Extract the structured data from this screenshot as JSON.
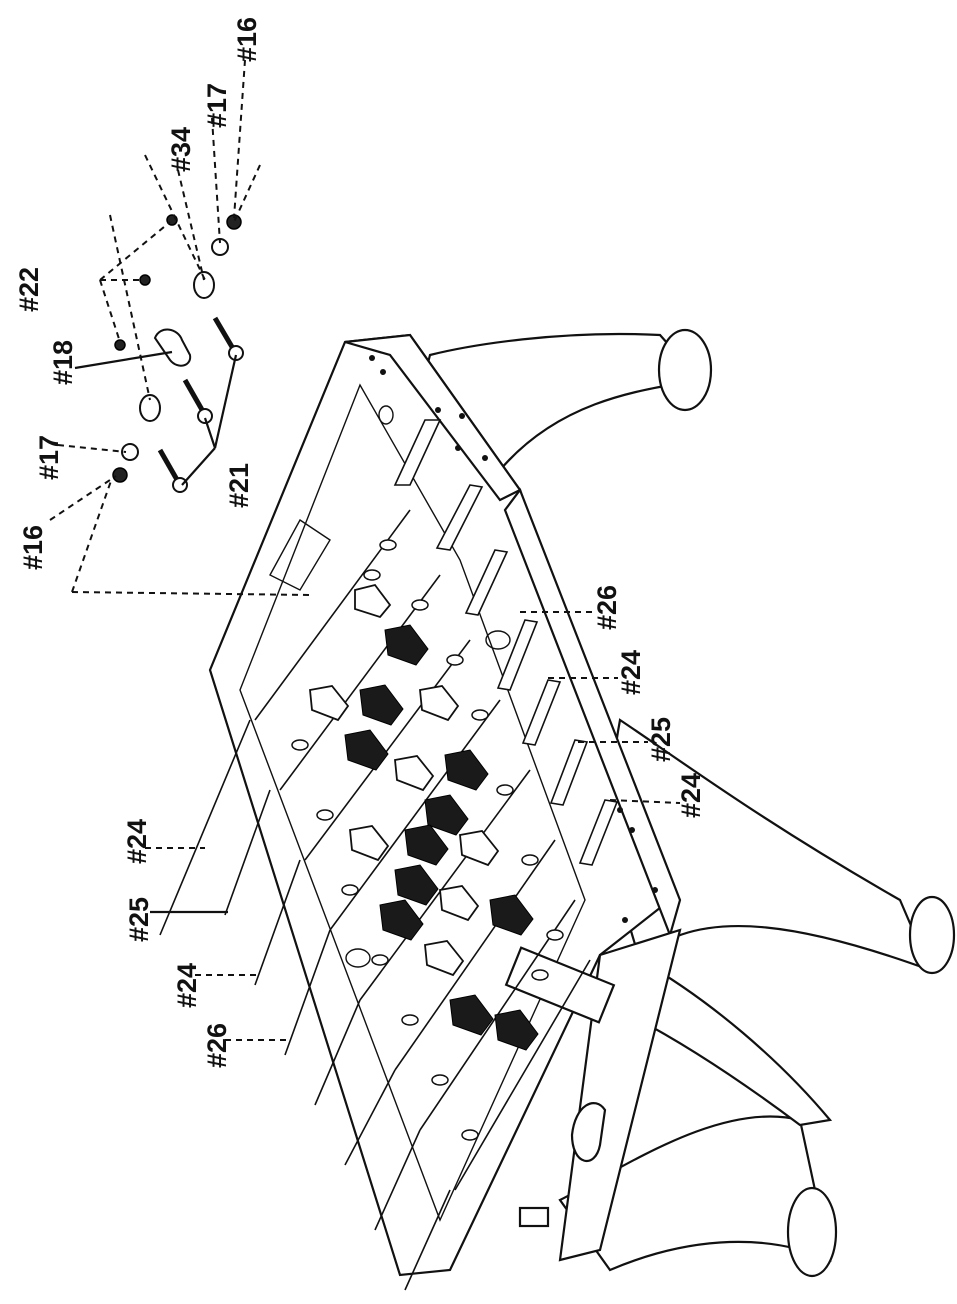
{
  "labels": {
    "p16_top": "#16",
    "p17_top": "#17",
    "p34": "#34",
    "p22": "#22",
    "p18": "#18",
    "p17_left": "#17",
    "p16_left": "#16",
    "p21": "#21",
    "p26_right": "#26",
    "p24_right_a": "#24",
    "p25_right": "#25",
    "p24_right_b": "#24",
    "p24_left_a": "#24",
    "p25_left": "#25",
    "p24_left_b": "#24",
    "p26_left": "#26"
  }
}
